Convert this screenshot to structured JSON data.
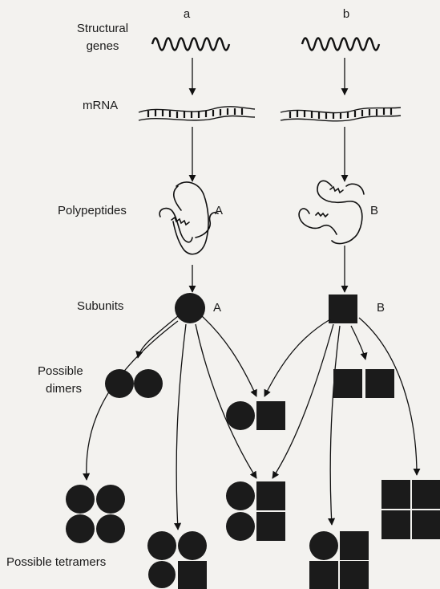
{
  "labels": {
    "structural_genes_line1": "Structural",
    "structural_genes_line2": "genes",
    "mrna": "mRNA",
    "polypeptides": "Polypeptides",
    "subunits": "Subunits",
    "possible_dimers_line1": "Possible",
    "possible_dimers_line2": "dimers",
    "possible_tetramers": "Possible tetramers"
  },
  "gene_a": "a",
  "gene_b": "b",
  "polypeptide_a": "A",
  "polypeptide_b": "B",
  "subunit_a": "A",
  "subunit_b": "B",
  "colors": {
    "ink": "#111111",
    "subunit_fill": "#1b1b1b",
    "paper": "#f3f2ef"
  }
}
